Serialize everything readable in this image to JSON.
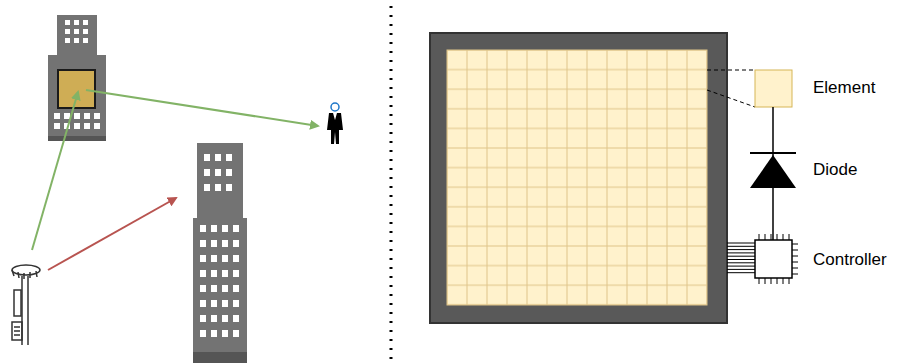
{
  "diagram": {
    "labels": [
      "Element",
      "Diode",
      "Controller"
    ]
  }
}
